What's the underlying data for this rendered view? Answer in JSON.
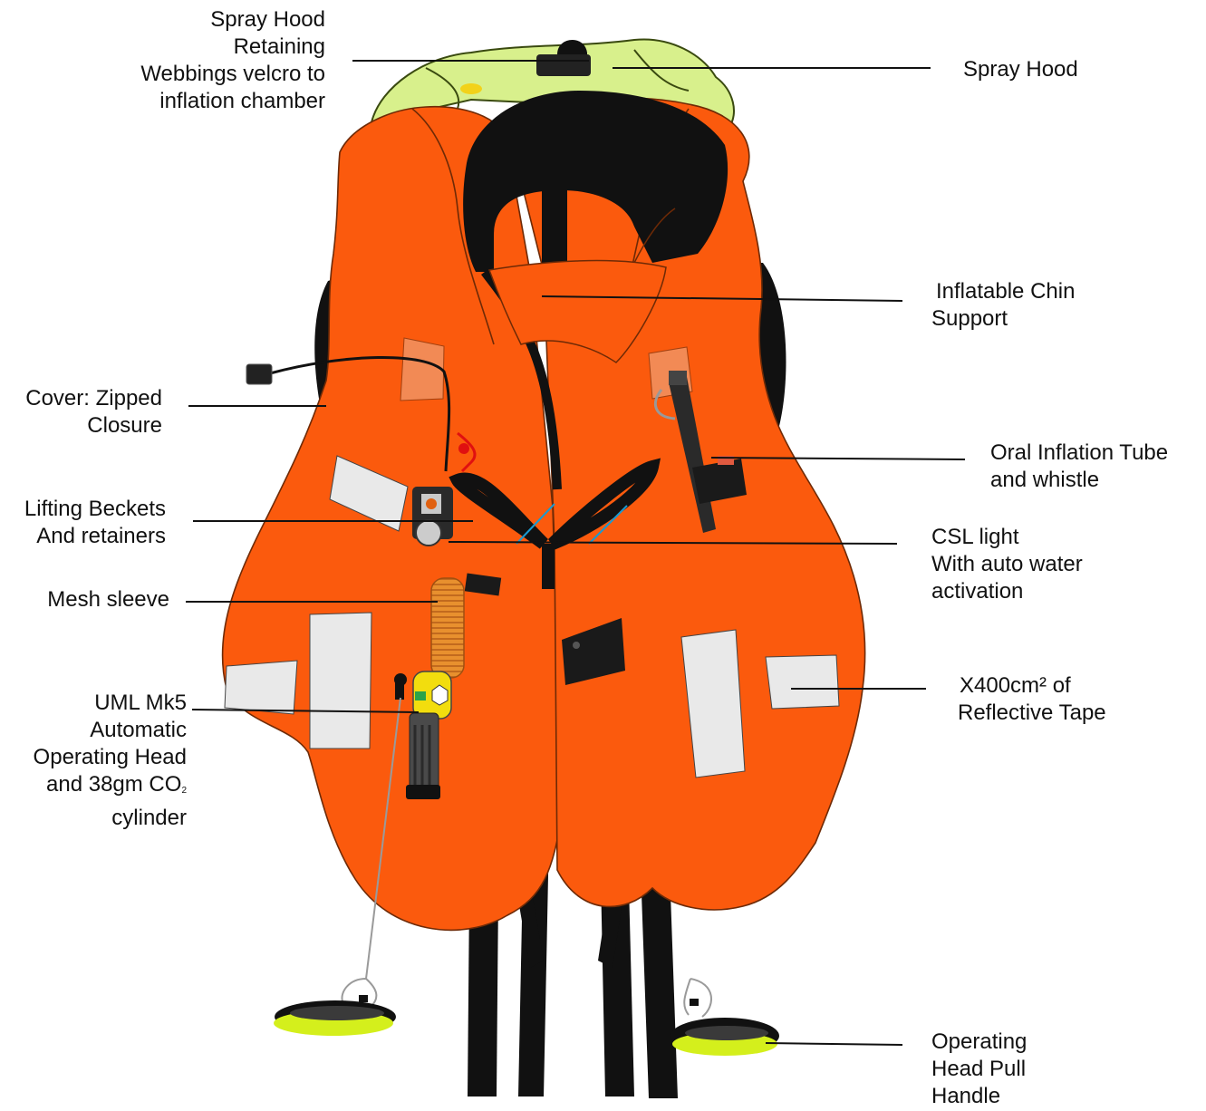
{
  "diagram": {
    "colors": {
      "vest_orange": "#fb5a0d",
      "vest_dark": "#111111",
      "tape_white": "#e9e9e9",
      "hood_green": "#d8f08c",
      "handle_yellow": "#d4ef1c",
      "outline": "#6e2a06",
      "leader": "#111111"
    },
    "labels": {
      "spray_hood_retaining": [
        "Spray Hood",
        "Retaining",
        "Webbings velcro to",
        "inflation chamber"
      ],
      "spray_hood": [
        "Spray Hood"
      ],
      "chin_support": [
        "Inflatable Chin",
        "Support"
      ],
      "cover_zipped": [
        "Cover: Zipped",
        "Closure"
      ],
      "oral_tube": [
        "Oral Inflation Tube",
        "and whistle"
      ],
      "lifting_beckets": [
        "Lifting Beckets",
        "And retainers"
      ],
      "csl_light": [
        "CSL light",
        "With auto water",
        "activation"
      ],
      "mesh_sleeve": [
        "Mesh sleeve"
      ],
      "uml_head": [
        "UML Mk5",
        "Automatic",
        "Operating Head"
      ],
      "uml_cyl_text": "and 38gm CO",
      "uml_cyl_sub": "2",
      "uml_cyl_last": "cylinder",
      "reflective_tape": [
        "X400cm²  of",
        "Reflective Tape"
      ],
      "pull_handle": [
        "Operating",
        "Head Pull",
        "Handle"
      ]
    }
  }
}
